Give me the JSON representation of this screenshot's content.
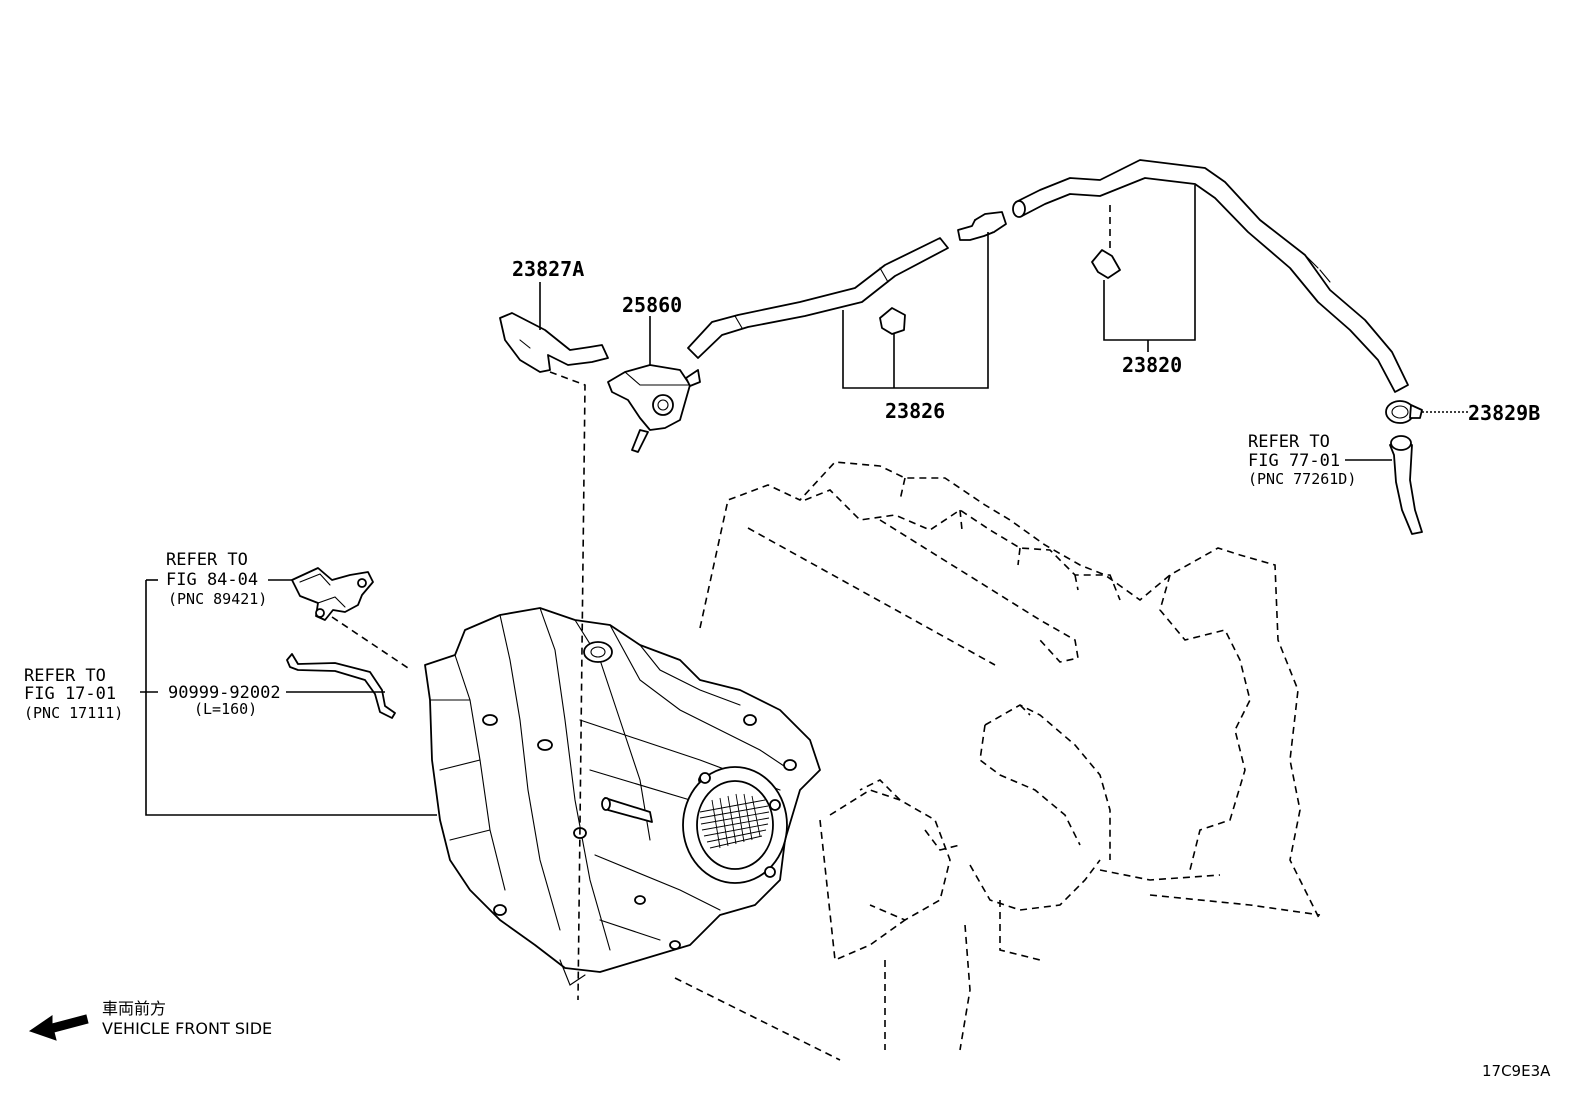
{
  "labels": {
    "p23827A": "23827A",
    "p25860": "25860",
    "p23826": "23826",
    "p23820": "23820",
    "p23829B": "23829B",
    "p90999": "90999-92002",
    "p90999_len": "(L=160)"
  },
  "refs": {
    "fig77": {
      "line1": "REFER TO",
      "line2": "FIG 77-01",
      "line3": "(PNC 77261D)"
    },
    "fig84": {
      "line1": "REFER TO",
      "line2": "FIG 84-04",
      "line3": "(PNC 89421)"
    },
    "fig17": {
      "line1": "REFER TO",
      "line2": "FIG 17-01",
      "line3": "(PNC 17111)"
    }
  },
  "orientation": {
    "japanese": "車両前方",
    "english": "VEHICLE FRONT SIDE"
  },
  "diagram_code": "17C9E3A"
}
